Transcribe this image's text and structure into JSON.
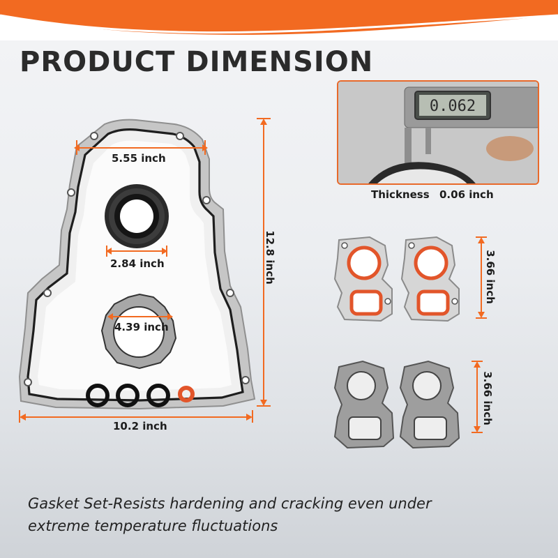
{
  "heading": "PRODUCT DIMENSION",
  "dimensions": {
    "top_width": "5.55 inch",
    "seal_diameter": "2.84 inch",
    "plate_diameter": "4.39 inch",
    "bottom_width": "10.2 inch",
    "height": "12.8 inch",
    "water_pump_gasket_a": "3.66 inch",
    "water_pump_gasket_b": "3.66 inch"
  },
  "thickness": {
    "label": "Thickness",
    "value": "0.06 inch"
  },
  "caliper_reading": "0.062",
  "caption": {
    "line1": "Gasket Set-Resists hardening and cracking even under",
    "line2": "extreme temperature fluctuations"
  },
  "colors": {
    "accent": "#f26a21",
    "gasket_steel": "#c9c9c9",
    "gasket_fiber": "#9a9a9a",
    "seal_orange": "#e2552a"
  }
}
